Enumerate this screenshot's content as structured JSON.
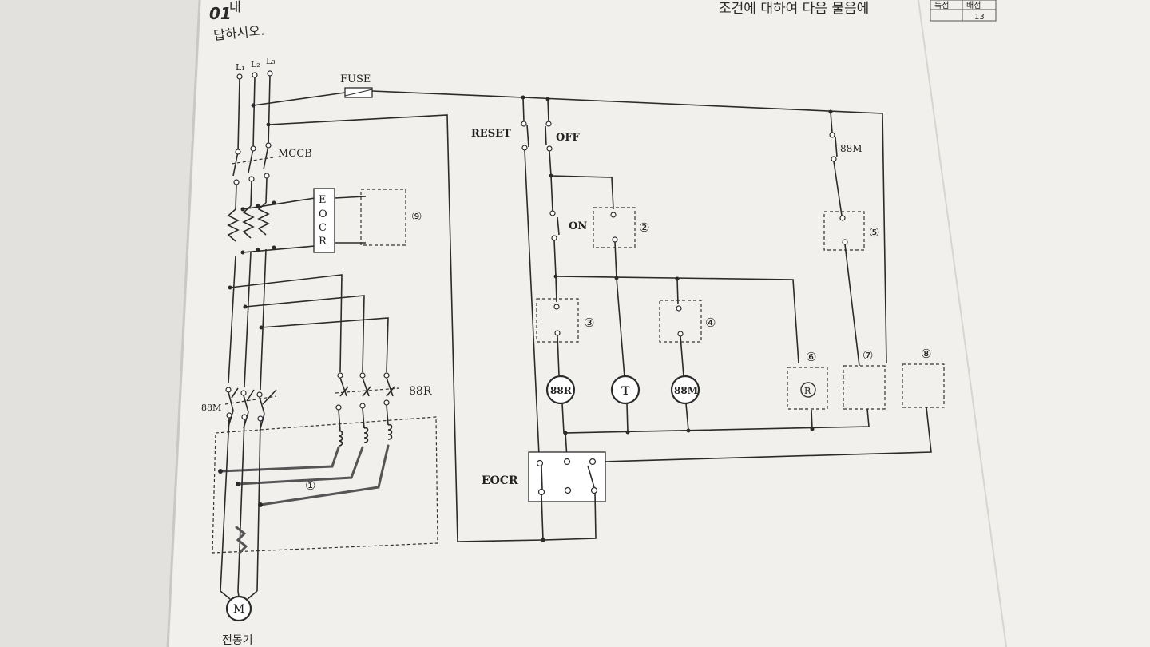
{
  "page": {
    "problem_number": "01",
    "problem_header_fragment": "내",
    "header_text": "조건에 대하여 다음 물음에",
    "header_text2": "답하시오.",
    "score_table": {
      "h1": "득점",
      "h2": "배점",
      "v1": "",
      "v2": "13"
    }
  },
  "diagram": {
    "lines": [
      "L₁",
      "L₂",
      "L₃"
    ],
    "fuse": "FUSE",
    "mccb": "MCCB",
    "eocr_vertical": [
      "E",
      "O",
      "C",
      "R"
    ],
    "contactor_fwd": "88M",
    "contactor_rev": "88R",
    "motor": "M",
    "motor_caption": "전동기",
    "reset": "RESET",
    "off": "OFF",
    "on": "ON",
    "aux_88m": "88M",
    "eocr_label": "EOCR",
    "coil_88r": "88R",
    "coil_t": "T",
    "coil_88m": "88M",
    "lamp_r": "R",
    "markers": {
      "m1": "①",
      "m2": "②",
      "m3": "③",
      "m4": "④",
      "m5": "⑤",
      "m6": "⑥",
      "m7": "⑦",
      "m8": "⑧",
      "m9": "⑨"
    }
  }
}
